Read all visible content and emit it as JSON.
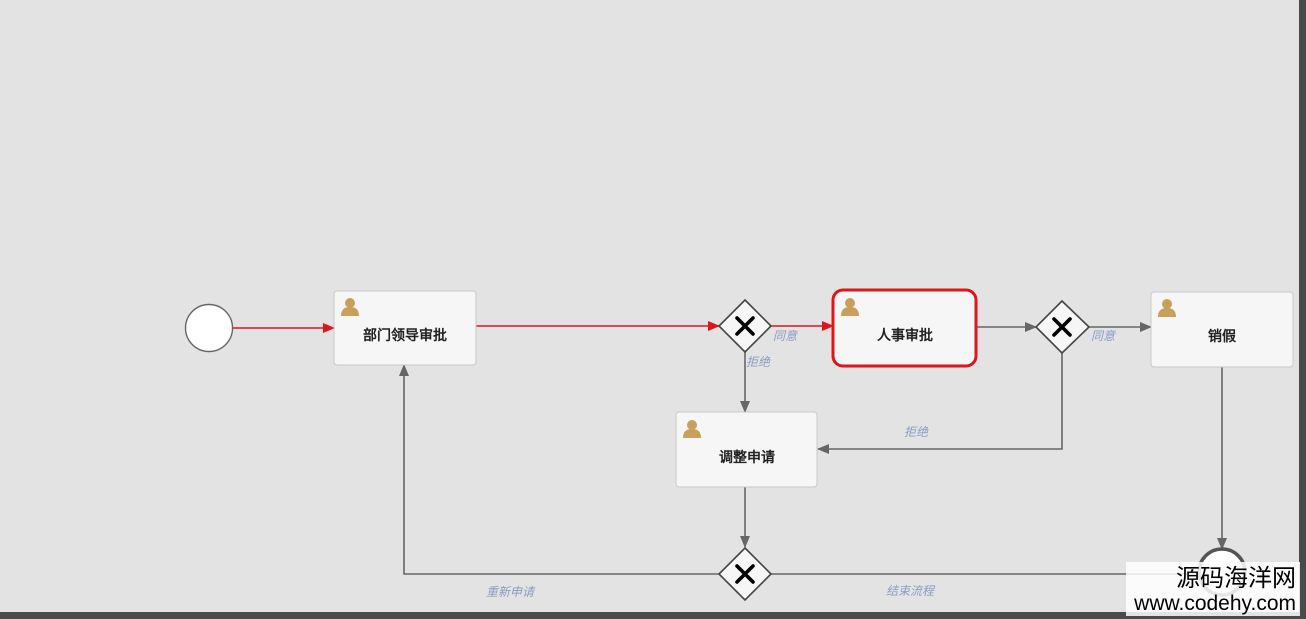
{
  "colors": {
    "background": "#e3e3e3",
    "task_fill": "#f6f6f6",
    "task_border": "#c8c8c8",
    "active_border": "#e0151b",
    "taken_flow": "#e0151b",
    "flow": "#666666",
    "label": "#8a9dc2",
    "user_icon": "#c7a15c"
  },
  "diagram": {
    "start_event": {
      "name": "start-event"
    },
    "end_event": {
      "name": "end-event"
    },
    "tasks": [
      {
        "id": "dept",
        "label": "部门领导审批",
        "active": false
      },
      {
        "id": "hr",
        "label": "人事审批",
        "active": true
      },
      {
        "id": "leave",
        "label": "销假",
        "active": false
      },
      {
        "id": "adjust",
        "label": "调整申请",
        "active": false
      }
    ],
    "gateways": [
      {
        "id": "g1"
      },
      {
        "id": "g2"
      },
      {
        "id": "g3"
      }
    ],
    "flow_labels": {
      "g1_agree": "同意",
      "g1_reject": "拒绝",
      "g2_agree": "同意",
      "g2_reject": "拒绝",
      "reapply": "重新申请",
      "end_process": "结束流程"
    },
    "task_icon": "user-icon"
  },
  "watermark": {
    "line1": "源码海洋网",
    "line2": "www.codehy.com"
  }
}
